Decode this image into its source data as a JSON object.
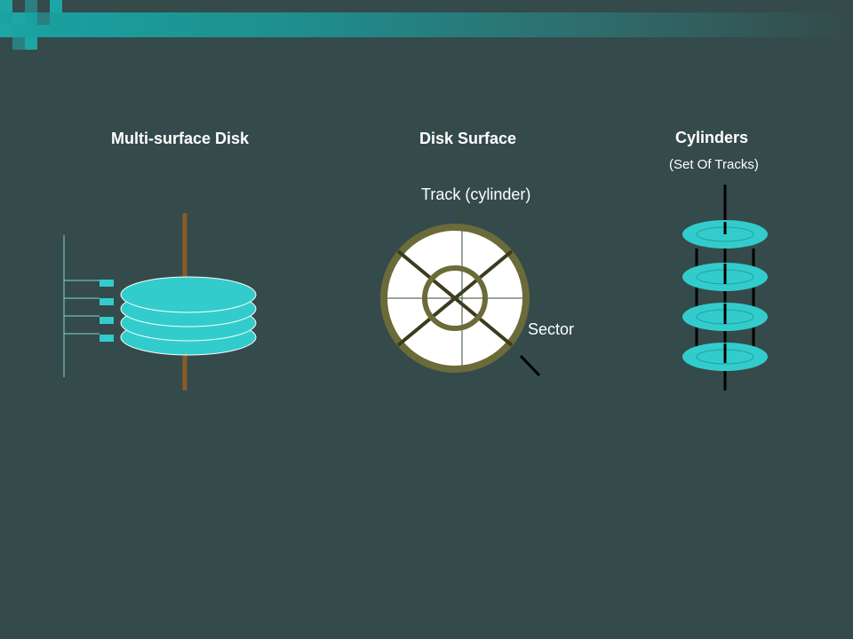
{
  "slide": {
    "labels": {
      "multi_surface_disk": "Multi-surface Disk",
      "disk_surface": "Disk Surface",
      "cylinders": "Cylinders",
      "set_of_tracks": "(Set Of Tracks)",
      "track": "Track (cylinder)",
      "sector": "Sector"
    }
  },
  "colors": {
    "background": "#354a4a",
    "platter": "#33cccc",
    "spindle": "#8b5a2b",
    "surface_ring": "#6b6b3a"
  }
}
